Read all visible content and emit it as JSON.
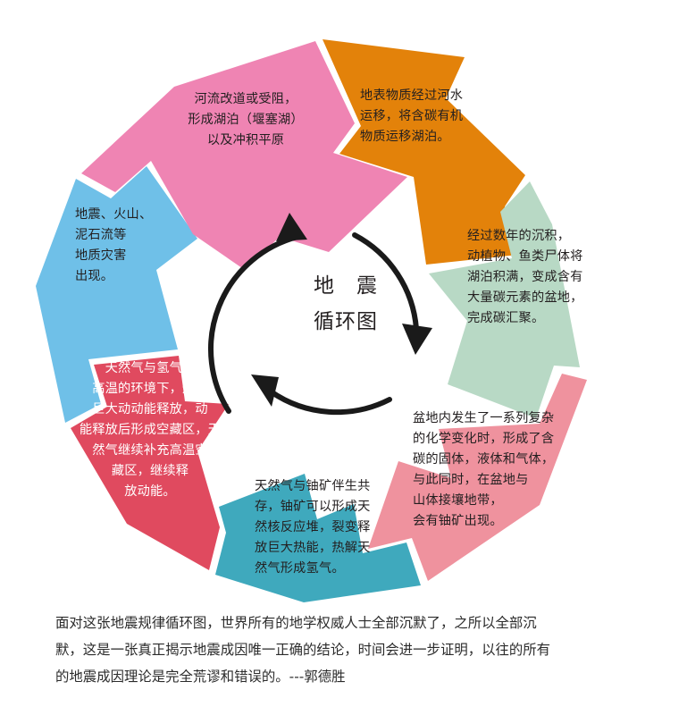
{
  "figure": {
    "center_title": "地　震\n循环图",
    "arrows": [
      "arrow-upper-left",
      "arrow-right-down",
      "arrow-bottom-left"
    ],
    "segments": [
      {
        "id": "surface-transport",
        "name": "segment-surface-transport",
        "color": "#e3820a",
        "text_color": "#231f20",
        "text": "地表物质经过河水\n运移，将含碳有机\n物质运移湖泊。"
      },
      {
        "id": "sedimentation",
        "name": "segment-sedimentation",
        "color": "#b8d9c5",
        "text_color": "#231f20",
        "text": "经过数年的沉积，\n动植物、鱼类尸体将\n湖泊积满，变成含有\n大量碳元素的盆地，\n完成碳汇聚。"
      },
      {
        "id": "chemical-change",
        "name": "segment-chemical-change",
        "color": "#ef929e",
        "text_color": "#231f20",
        "text": "  盆地内发生了一系列复杂\n的化学变化时，形成了含\n碳的固体，液体和气体，\n与此同时，在盆地与\n山体接壤地带，\n会有铀矿出现。"
      },
      {
        "id": "uranium-gas",
        "name": "segment-uranium-gas",
        "color": "#3fa9bd",
        "text_color": "#231f20",
        "text": "天然气与铀矿伴生共\n存，铀矿可以形成天\n然核反应堆，裂变释\n放巨大热能，热解天\n然气形成氢气。"
      },
      {
        "id": "kinetic-energy",
        "name": "segment-kinetic-energy",
        "color": "#e04a5f",
        "text_color": "#ffffff",
        "text": "天然气与氢气在\n高温的环境下，形成\n巨大动动能释放，动\n能释放后形成空藏区，天\n然气继续补充高温空\n藏区，继续释\n放动能。"
      },
      {
        "id": "geological-disaster",
        "name": "segment-geological-disaster",
        "color": "#6fc0e8",
        "text_color": "#231f20",
        "text": "地震、火山、\n泥石流等\n地质灾害\n出现。"
      },
      {
        "id": "river-diversion",
        "name": "segment-river-diversion",
        "color": "#ef84b3",
        "text_color": "#231f20",
        "text": "河流改道或受阻，\n形成湖泊（堰塞湖）\n以及冲积平原"
      }
    ]
  },
  "caption": {
    "line1": "面对这张地震规律循环图，世界所有的地学权威人士全部沉默了，之所以全部沉",
    "line2": "默，这是一张真正揭示地震成因唯一正确的结论，时间会进一步证明，以往的所有",
    "line3": "的地震成因理论是完全荒谬和错误的。---郭德胜"
  }
}
